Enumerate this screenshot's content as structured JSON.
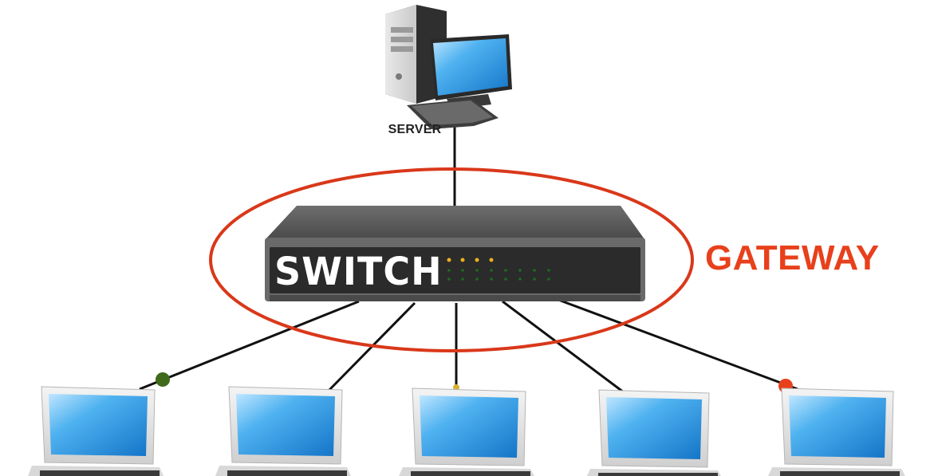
{
  "labels": {
    "server": "SERVER",
    "switch": "SWITCH",
    "gateway": "GATEWAY"
  },
  "colors": {
    "gateway_accent": "#e8401c",
    "ellipse": "#d9381a",
    "switch_body": "#5e5e5e",
    "switch_panel": "#2b2b2b",
    "screen": "#3a9fe6",
    "link_line": "#111111"
  },
  "nodes": {
    "server": "server-icon",
    "switch": "network-switch-icon",
    "clients": [
      "laptop-icon",
      "laptop-icon",
      "laptop-icon",
      "laptop-icon",
      "laptop-icon"
    ]
  }
}
